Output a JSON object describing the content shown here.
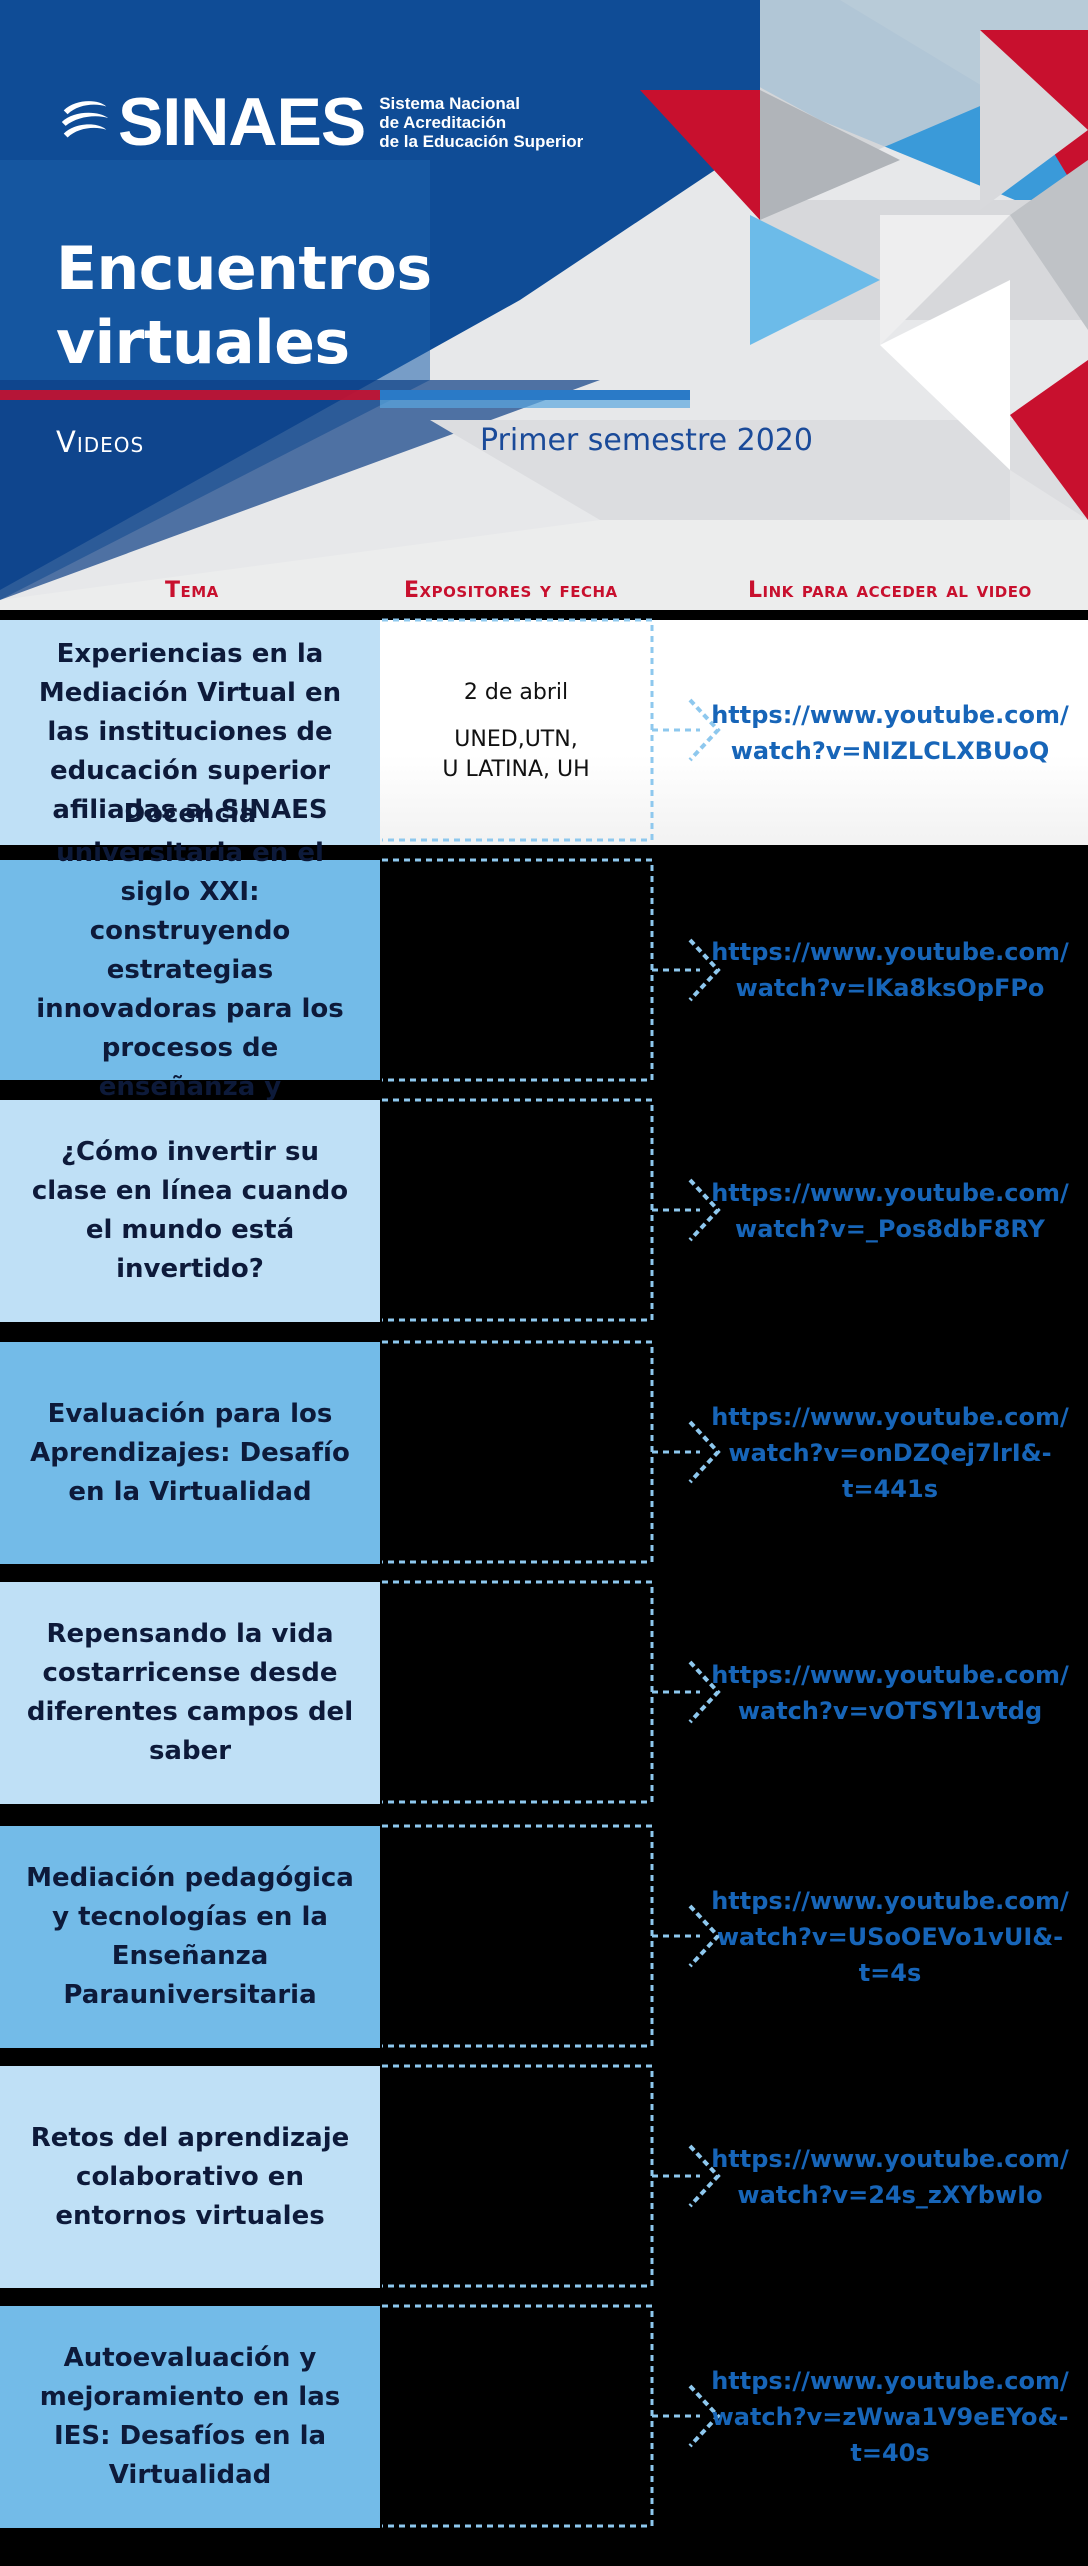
{
  "header": {
    "logo": {
      "wordmark": "SINAES",
      "subtitle_lines": [
        "Sistema Nacional",
        "de Acreditación",
        "de la Educación Superior"
      ]
    },
    "title_lines": [
      "Encuentros",
      "virtuales"
    ],
    "section": "Videos",
    "period": "Primer semestre 2020"
  },
  "columns": {
    "topic": "Tema",
    "speakers": "Expositores y fecha",
    "link": "Link para acceder al video"
  },
  "colors": {
    "red": "#c8102e",
    "dark_blue": "#0f4c96",
    "light_blue": "#bfe0f6",
    "mid_blue": "#73bbe8",
    "link_blue": "#1765b8"
  },
  "rows": [
    {
      "topic": "Experiencias en la Mediación Virtual en las instituciones de educación superior afiliadas al SINAES",
      "date": "2 de abril",
      "speakers": [
        "UNED,UTN,",
        "U LATINA, UH"
      ],
      "link_lines": [
        "https://www.youtube.com/",
        "watch?v=NIZLCLXBUoQ"
      ]
    },
    {
      "topic": "Docencia universitaria en el siglo XXI: construyendo estrategias innovadoras para los procesos de enseñanza y aprendizaje",
      "date": "",
      "speakers": [],
      "link_lines": [
        "https://www.youtube.com/",
        "watch?v=lKa8ksOpFPo"
      ]
    },
    {
      "topic": "¿Cómo invertir su clase en línea cuando el mundo está invertido?",
      "date": "",
      "speakers": [],
      "link_lines": [
        "https://www.youtube.com/",
        "watch?v=_Pos8dbF8RY"
      ]
    },
    {
      "topic": "Evaluación para los Aprendizajes: Desafío en la Virtualidad",
      "date": "",
      "speakers": [],
      "link_lines": [
        "https://www.youtube.com/",
        "watch?v=onDZQej7lrI&-",
        "t=441s"
      ]
    },
    {
      "topic": "Repensando la vida costarricense desde diferentes campos del saber",
      "date": "",
      "speakers": [],
      "link_lines": [
        "https://www.youtube.com/",
        "watch?v=vOTSYl1vtdg"
      ]
    },
    {
      "topic": "Mediación pedagógica y tecnologías en la Enseñanza Parauniversitaria",
      "date": "",
      "speakers": [],
      "link_lines": [
        "https://www.youtube.com/",
        "watch?v=USoOEVo1vUI&-",
        "t=4s"
      ]
    },
    {
      "topic": "Retos del aprendizaje colaborativo en entornos virtuales",
      "date": "",
      "speakers": [],
      "link_lines": [
        "https://www.youtube.com/",
        "watch?v=24s_zXYbwIo"
      ]
    },
    {
      "topic": "Autoevaluación y mejoramiento en las IES: Desafíos   en la Virtualidad",
      "date": "",
      "speakers": [],
      "link_lines": [
        "https://www.youtube.com/",
        "watch?v=zWwa1V9eEYo&-",
        "t=40s"
      ]
    }
  ]
}
